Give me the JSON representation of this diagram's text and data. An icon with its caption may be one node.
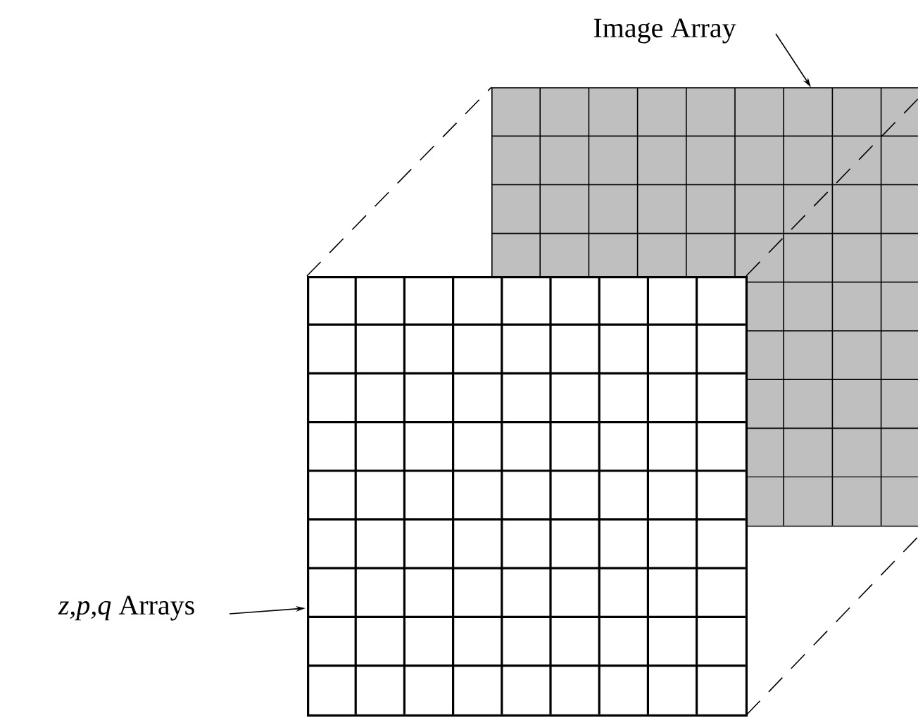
{
  "diagram": {
    "nodes": [
      {
        "text": [
          "Image Array"
        ]
      },
      {
        "text": [],
        "shape": "grid"
      },
      {
        "text": [],
        "shape": "grid"
      },
      {
        "text": [
          "*z,p,q* Arrays"
        ]
      }
    ],
    "edges": [
      {
        "from": 0,
        "to": 1,
        "arrow": "to"
      },
      {
        "from": 3,
        "to": 2,
        "arrow": "to"
      },
      {
        "from": 2,
        "to": 1,
        "arrow": "none",
        "style": "dashed"
      },
      {
        "from": 2,
        "to": 1,
        "arrow": "none",
        "style": "dashed"
      },
      {
        "from": 2,
        "to": 1,
        "arrow": "none",
        "style": "dashed"
      }
    ]
  }
}
